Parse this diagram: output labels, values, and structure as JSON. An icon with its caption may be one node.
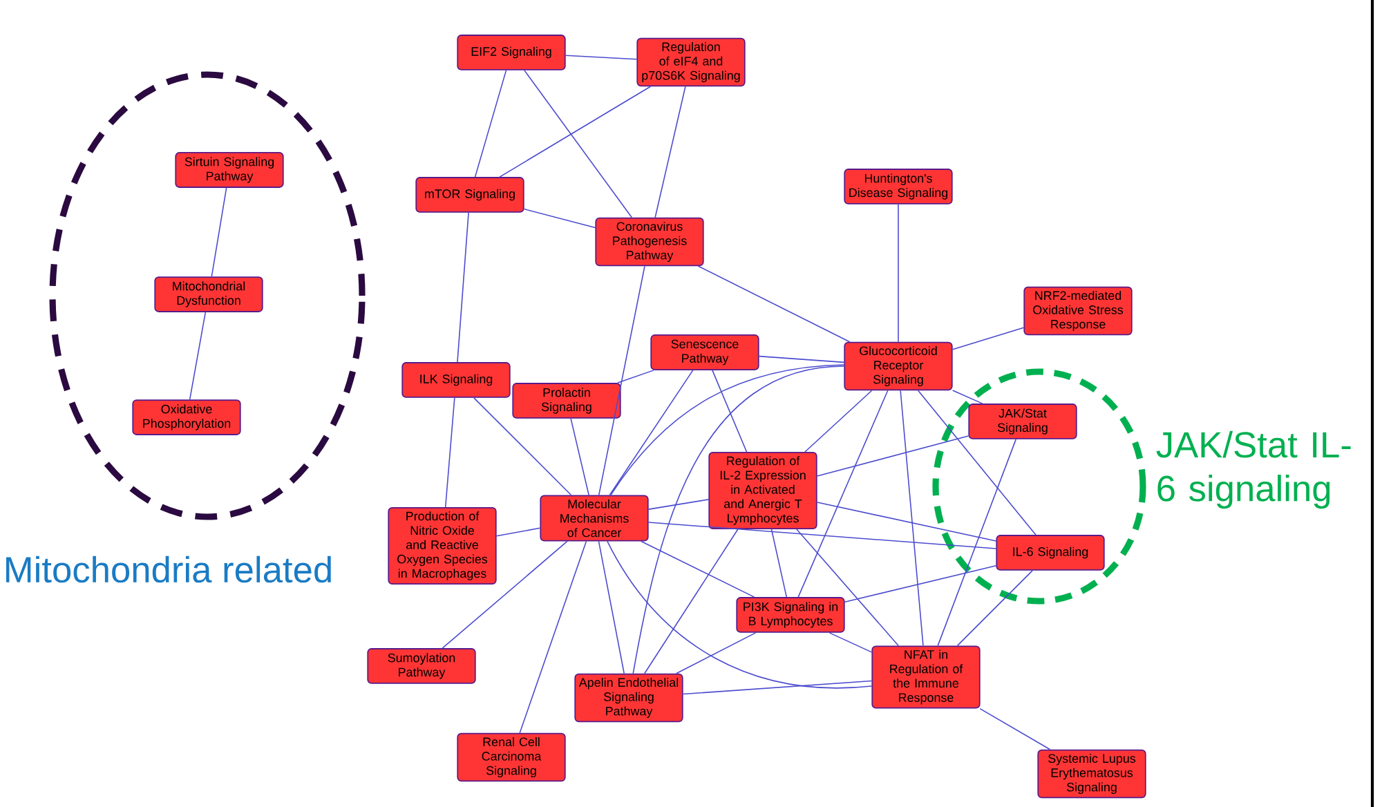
{
  "diagram": {
    "nodes": [
      {
        "text": [
          "Sirtuin Signaling Pathway"
        ]
      },
      {
        "text": [
          "Mitochondrial Dysfunction"
        ]
      },
      {
        "text": [
          "Oxidative Phosphorylation"
        ]
      },
      {
        "text": [
          "EIF2 Signaling"
        ]
      },
      {
        "text": [
          "Regulation of eIF4 and p70S6K Signaling"
        ]
      },
      {
        "text": [
          "mTOR Signaling"
        ]
      },
      {
        "text": [
          "Coronavirus Pathogenesis Pathway"
        ]
      },
      {
        "text": [
          "Huntington's Disease Signaling"
        ]
      },
      {
        "text": [
          "NRF2-mediated Oxidative Stress Response"
        ]
      },
      {
        "text": [
          "ILK Signaling"
        ]
      },
      {
        "text": [
          "Prolactin Signaling"
        ]
      },
      {
        "text": [
          "Senescence Pathway"
        ]
      },
      {
        "text": [
          "Glucocorticoid Receptor Signaling"
        ]
      },
      {
        "text": [
          "JAK/Stat Signaling"
        ]
      },
      {
        "text": [
          "Regulation of IL-2 Expression in Activated and Anergic T Lymphocytes"
        ]
      },
      {
        "text": [
          "Molecular Mechanisms of Cancer"
        ]
      },
      {
        "text": [
          "Production of Nitric Oxide and Reactive Oxygen Species in Macrophages"
        ]
      },
      {
        "text": [
          "IL-6 Signaling"
        ]
      },
      {
        "text": [
          "PI3K Signaling in B Lymphocytes"
        ]
      },
      {
        "text": [
          "Sumoylation Pathway"
        ]
      },
      {
        "text": [
          "Apelin Endothelial Signaling Pathway"
        ]
      },
      {
        "text": [
          "NFAT in Regulation of the Immune Response"
        ]
      },
      {
        "text": [
          "Renal Cell Carcinoma Signaling"
        ]
      },
      {
        "text": [
          "Systemic Lupus Erythematosus Signaling"
        ]
      }
    ],
    "edges": [
      {
        "from": 0,
        "to": 1,
        "arrow": "none"
      },
      {
        "from": 1,
        "to": 2,
        "arrow": "none"
      },
      {
        "from": 3,
        "to": 4,
        "arrow": "none"
      },
      {
        "from": 3,
        "to": 5,
        "arrow": "none"
      },
      {
        "from": 3,
        "to": 6,
        "arrow": "none"
      },
      {
        "from": 4,
        "to": 5,
        "arrow": "none"
      },
      {
        "from": 4,
        "to": 6,
        "arrow": "none"
      },
      {
        "from": 5,
        "to": 6,
        "arrow": "none"
      },
      {
        "from": 5,
        "to": 9,
        "arrow": "none"
      },
      {
        "from": 6,
        "to": 15,
        "arrow": "none"
      },
      {
        "from": 6,
        "to": 12,
        "arrow": "none"
      },
      {
        "from": 7,
        "to": 12,
        "arrow": "none"
      },
      {
        "from": 8,
        "to": 12,
        "arrow": "none"
      },
      {
        "from": 9,
        "to": 16,
        "arrow": "none"
      },
      {
        "from": 9,
        "to": 15,
        "arrow": "none"
      },
      {
        "from": 10,
        "to": 11,
        "arrow": "none"
      },
      {
        "from": 10,
        "to": 15,
        "arrow": "none"
      },
      {
        "from": 11,
        "to": 12,
        "arrow": "none"
      },
      {
        "from": 11,
        "to": 15,
        "arrow": "none"
      },
      {
        "from": 11,
        "to": 14,
        "arrow": "none"
      },
      {
        "from": 12,
        "to": 15,
        "arrow": "none"
      },
      {
        "from": 12,
        "to": 13,
        "arrow": "none"
      },
      {
        "from": 12,
        "to": 14,
        "arrow": "none"
      },
      {
        "from": 12,
        "to": 18,
        "arrow": "none"
      },
      {
        "from": 12,
        "to": 20,
        "arrow": "none"
      },
      {
        "from": 12,
        "to": 21,
        "arrow": "none"
      },
      {
        "from": 12,
        "to": 17,
        "arrow": "none"
      },
      {
        "from": 13,
        "to": 14,
        "arrow": "none"
      },
      {
        "from": 13,
        "to": 21,
        "arrow": "none"
      },
      {
        "from": 14,
        "to": 15,
        "arrow": "none"
      },
      {
        "from": 14,
        "to": 17,
        "arrow": "none"
      },
      {
        "from": 14,
        "to": 18,
        "arrow": "none"
      },
      {
        "from": 14,
        "to": 20,
        "arrow": "none"
      },
      {
        "from": 14,
        "to": 21,
        "arrow": "none"
      },
      {
        "from": 15,
        "to": 16,
        "arrow": "none"
      },
      {
        "from": 15,
        "to": 17,
        "arrow": "none"
      },
      {
        "from": 15,
        "to": 18,
        "arrow": "none"
      },
      {
        "from": 15,
        "to": 19,
        "arrow": "none"
      },
      {
        "from": 15,
        "to": 20,
        "arrow": "none"
      },
      {
        "from": 15,
        "to": 21,
        "arrow": "none"
      },
      {
        "from": 15,
        "to": 22,
        "arrow": "none"
      },
      {
        "from": 17,
        "to": 18,
        "arrow": "none"
      },
      {
        "from": 17,
        "to": 21,
        "arrow": "none"
      },
      {
        "from": 18,
        "to": 20,
        "arrow": "none"
      },
      {
        "from": 18,
        "to": 21,
        "arrow": "none"
      },
      {
        "from": 20,
        "to": 21,
        "arrow": "none"
      },
      {
        "from": 21,
        "to": 23,
        "arrow": "none"
      }
    ],
    "labels": [
      "JAK/Stat IL-6 signaling",
      "Mitochondria related"
    ]
  }
}
